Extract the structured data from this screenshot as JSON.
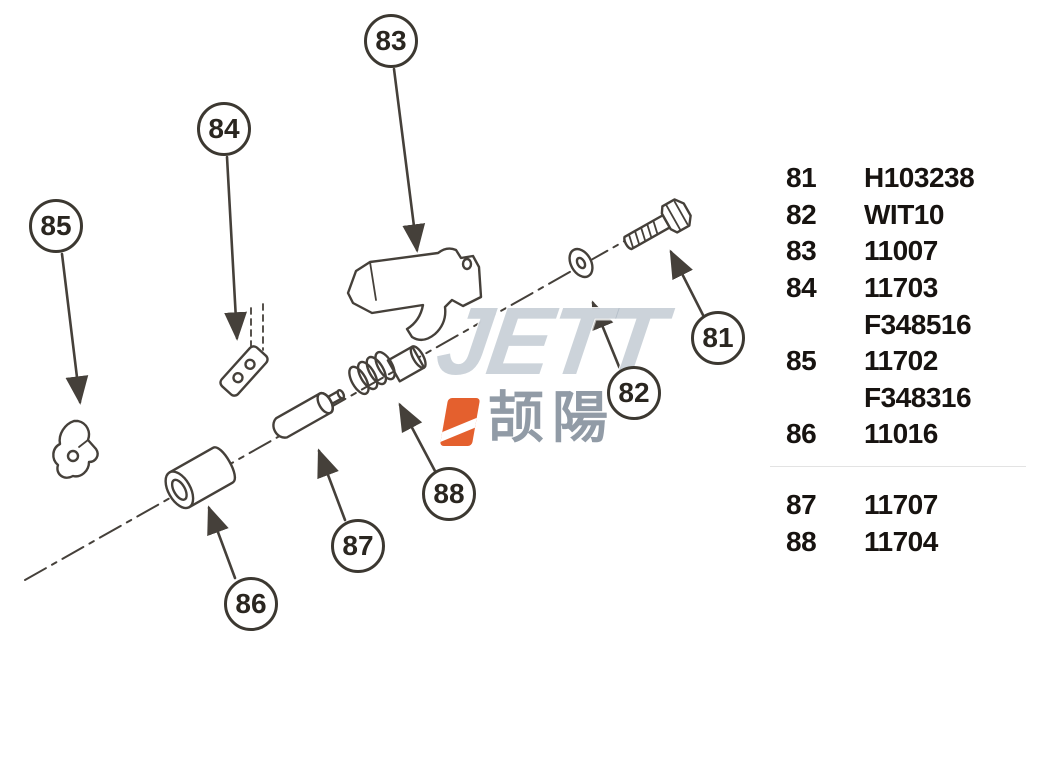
{
  "diagram": {
    "type": "exploded-parts-diagram",
    "line_color": "#45403a"
  },
  "watermark": {
    "text": "JETT",
    "cjk": "颉陽",
    "accent_color": "#e2531d"
  },
  "callouts": {
    "c81": "81",
    "c82": "82",
    "c83": "83",
    "c84": "84",
    "c85": "85",
    "c86": "86",
    "c87": "87",
    "c88": "88"
  },
  "parts_list": [
    {
      "ref": "81",
      "part": "H103238"
    },
    {
      "ref": "82",
      "part": "WIT10"
    },
    {
      "ref": "83",
      "part": "11007"
    },
    {
      "ref": "84",
      "part": "11703"
    },
    {
      "ref": "",
      "part": "F348516"
    },
    {
      "ref": "85",
      "part": "11702"
    },
    {
      "ref": "",
      "part": "F348316"
    },
    {
      "ref": "86",
      "part": "11016"
    },
    {
      "ref": "87",
      "part": "11707"
    },
    {
      "ref": "88",
      "part": "11704"
    }
  ]
}
